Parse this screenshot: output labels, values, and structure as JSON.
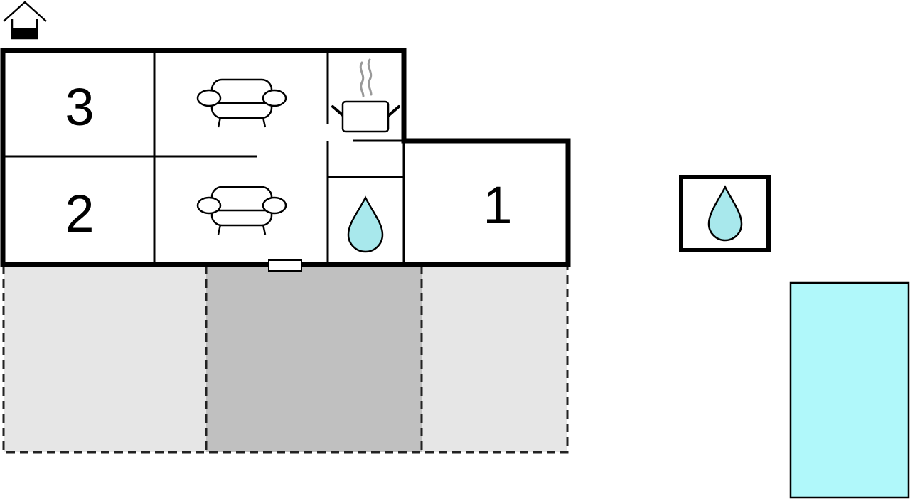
{
  "rooms": [
    {
      "label": "3",
      "type": "bedroom"
    },
    {
      "label": "2",
      "type": "bedroom"
    },
    {
      "label": "1",
      "type": "bedroom"
    }
  ],
  "icons": {
    "entrance": "house-entrance-icon",
    "living": "sofa-icon",
    "kitchen": "cooking-pot-icon",
    "bathroom": "water-drop-icon",
    "pool": "pool"
  },
  "colors": {
    "wall": "#000000",
    "water": "#a8e8ec",
    "pool": "#b0f8fa",
    "terrace_light": "#e6e6e6",
    "terrace_dark": "#c0c0c0",
    "steam": "#999999"
  }
}
